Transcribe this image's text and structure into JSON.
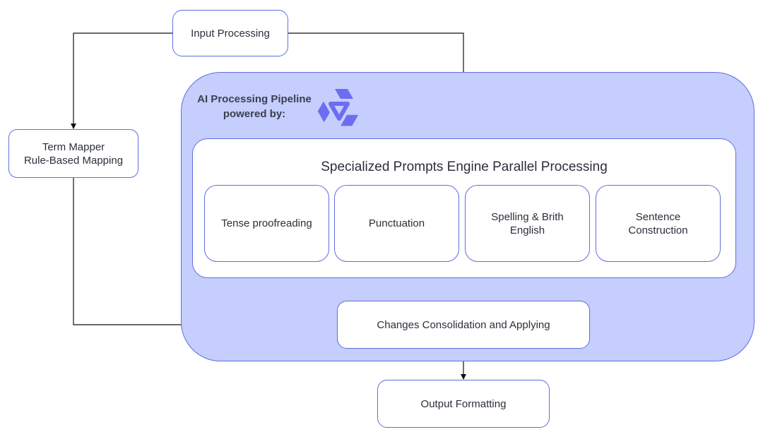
{
  "nodes": {
    "input_processing": "Input Processing",
    "term_mapper": "Term Mapper\nRule-Based Mapping",
    "pipeline_title": "AI Processing Pipeline\npowered by:",
    "engine_title": "Specialized Prompts Engine Parallel Processing",
    "engine_items": [
      "Tense proofreading",
      "Punctuation",
      "Spelling & Brith\nEnglish",
      "Sentence\nConstruction"
    ],
    "consolidation": "Changes Consolidation and Applying",
    "output_formatting": "Output Formatting"
  },
  "colors": {
    "accent": "#5f6ee0",
    "pipeline_fill": "#c5cefc",
    "logo": "#6d6df2"
  },
  "logo_icon": "qwen-logo-icon"
}
